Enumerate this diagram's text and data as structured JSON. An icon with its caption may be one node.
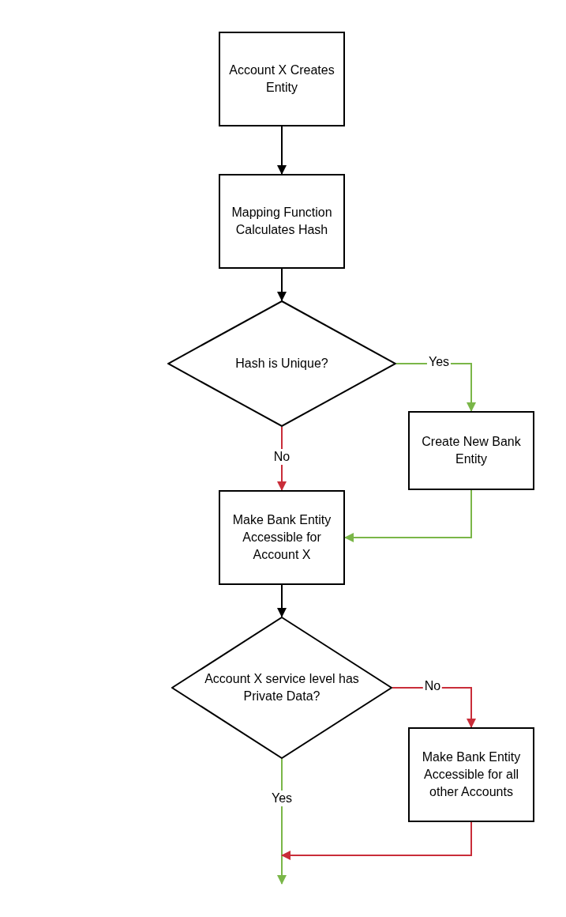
{
  "diagram": {
    "nodes": [
      {
        "text": [
          "Account X Creates Entity"
        ]
      },
      {
        "text": [
          "Mapping Function Calculates Hash"
        ]
      },
      {
        "text": [
          "Hash is Unique?"
        ]
      },
      {
        "text": [
          "Create New Bank Entity"
        ]
      },
      {
        "text": [
          "Make Bank Entity Accessible for Account X"
        ]
      },
      {
        "text": [
          "Account X service level has Private Data?"
        ]
      },
      {
        "text": [
          "Make Bank Entity Accessible for all other Accounts"
        ]
      }
    ],
    "edges": [
      {
        "from": 0,
        "to": 1,
        "arrow": "to"
      },
      {
        "from": 1,
        "to": 2,
        "arrow": "to"
      },
      {
        "from": 2,
        "to": 3,
        "arrow": "to",
        "label": "Yes",
        "color": "#7ab648"
      },
      {
        "from": 2,
        "to": 4,
        "arrow": "to",
        "label": "No",
        "color": "#c92d39"
      },
      {
        "from": 3,
        "to": 4,
        "arrow": "to",
        "color": "#7ab648"
      },
      {
        "from": 4,
        "to": 5,
        "arrow": "to"
      },
      {
        "from": 5,
        "to": 6,
        "arrow": "to",
        "label": "No",
        "color": "#c92d39"
      },
      {
        "from": 5,
        "to": null,
        "arrow": "to",
        "label": "Yes",
        "color": "#7ab648"
      },
      {
        "from": 6,
        "to": null,
        "arrow": "to",
        "color": "#c92d39"
      }
    ]
  }
}
